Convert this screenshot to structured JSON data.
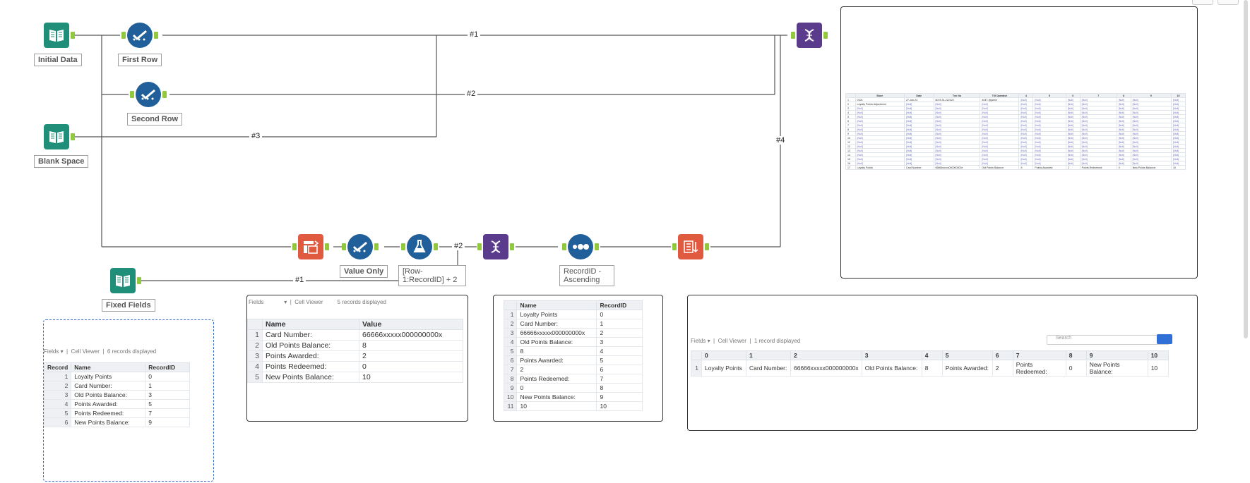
{
  "colors": {
    "wire": "#555555",
    "book": "#1f8f7a",
    "sample": "#205f99",
    "dyn": "#5b3c8c",
    "red": "#e05a3f",
    "port": "#92c83e"
  },
  "tools": {
    "initial_data": "Initial Data",
    "first_row": "First Row",
    "second_row": "Second Row",
    "blank_space": "Blank Space",
    "fixed_fields": "Fixed Fields",
    "value_only": "Value Only",
    "row_formula": "[Row-1:RecordID] + 2",
    "recordid_sort": "RecordID - Ascending"
  },
  "wire_labels": {
    "w1": "#1",
    "w2": "#2",
    "w3": "#3",
    "w4": "#4",
    "w2b": "#2",
    "w1b": "#1"
  },
  "panel_fixed": {
    "toolbar": [
      "Fields",
      "Cell Viewer",
      "6 records displayed"
    ],
    "headers": [
      "Record",
      "Name",
      "RecordID"
    ],
    "rows": [
      [
        "1",
        "Loyalty Points",
        "0"
      ],
      [
        "2",
        "Card Number:",
        "1"
      ],
      [
        "3",
        "Old Points Balance:",
        "3"
      ],
      [
        "4",
        "Points Awarded:",
        "5"
      ],
      [
        "5",
        "Points Redeemed:",
        "7"
      ],
      [
        "6",
        "New Points Balance:",
        "9"
      ]
    ]
  },
  "panel_value": {
    "toolbar": [
      "Fields",
      "Cell Viewer",
      "5 records displayed"
    ],
    "headers": [
      "Name",
      "Value"
    ],
    "rows": [
      [
        "1",
        "Card Number:",
        "66666xxxxx000000000x"
      ],
      [
        "2",
        "Old Points Balance:",
        "8"
      ],
      [
        "3",
        "Points Awarded:",
        "2"
      ],
      [
        "4",
        "Points Redeemed:",
        "0"
      ],
      [
        "5",
        "New Points Balance:",
        "10"
      ]
    ]
  },
  "panel_recid": {
    "headers": [
      "Name",
      "RecordID"
    ],
    "rows": [
      [
        "1",
        "Loyalty Points",
        "0"
      ],
      [
        "2",
        "Card Number:",
        "1"
      ],
      [
        "3",
        "66666xxxxx000000000x",
        "2"
      ],
      [
        "4",
        "Old Points Balance:",
        "3"
      ],
      [
        "5",
        "8",
        "4"
      ],
      [
        "6",
        "Points Awarded:",
        "5"
      ],
      [
        "7",
        "2",
        "6"
      ],
      [
        "8",
        "Points Redeemed:",
        "7"
      ],
      [
        "9",
        "0",
        "8"
      ],
      [
        "10",
        "New Points Balance:",
        "9"
      ],
      [
        "11",
        "10",
        "10"
      ]
    ]
  },
  "panel_wide": {
    "toolbar": [
      "Fields",
      "Cell Viewer",
      "1 record displayed"
    ],
    "search": "Search",
    "headers": [
      "0",
      "1",
      "2",
      "3",
      "4",
      "5",
      "6",
      "7",
      "8",
      "9",
      "10"
    ],
    "row": [
      "1",
      "Loyalty Points",
      "Card Number:",
      "66666xxxxx000000000x",
      "Old Points Balance:",
      "8",
      "Points Awarded:",
      "2",
      "Points Redeemed:",
      "0",
      "New Points Balance:",
      "10"
    ]
  },
  "panel_preview": {
    "headers": [
      "Store",
      "Date",
      "Txn No",
      "Till Operator",
      "4",
      "5",
      "6",
      "7",
      "8",
      "9",
      "10"
    ],
    "row1": [
      "1",
      "0104",
      "27-Jan-24",
      "8078-01-222222",
      "4047-@jaime",
      "[Null]",
      "[Null]",
      "[Null]",
      "[Null]",
      "[Null]",
      "[Null]",
      "[Null]"
    ],
    "row2": [
      "2",
      "Loyalty Points Adjustment",
      "[Null]",
      "[Null]",
      "[Null]",
      "[Null]",
      "[Null]",
      "[Null]",
      "[Null]",
      "[Null]",
      "[Null]",
      "[Null]"
    ],
    "null": "[Null]",
    "last": [
      "17",
      "Loyalty Points",
      "Card Number:",
      "66666xxxxx000000000x",
      "Old Points Balance:",
      "8",
      "Points Awarded:",
      "2",
      "Points Redeemed:",
      "0",
      "New Points Balance:",
      "10"
    ]
  }
}
